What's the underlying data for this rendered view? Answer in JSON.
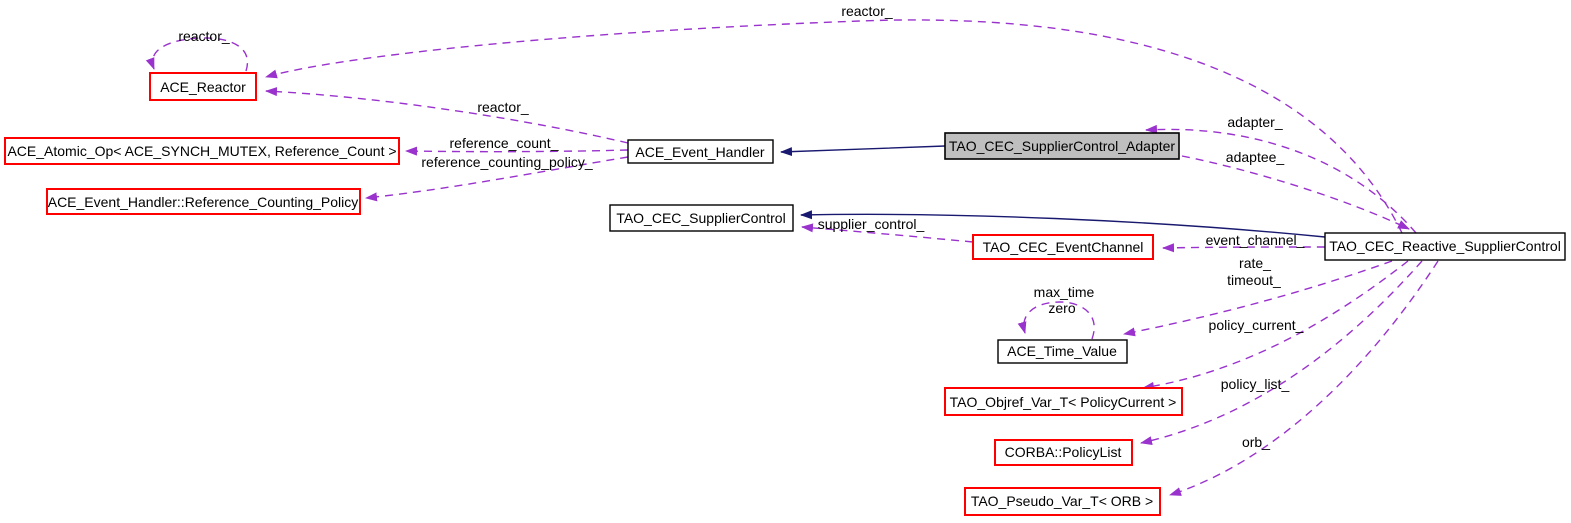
{
  "diagram": {
    "kind": "doxygen-collaboration-graph",
    "colors": {
      "background": "#ffffff",
      "member_edge": "#9a32cd",
      "inheritance_edge": "#191970",
      "node_border_external": "#ff0000",
      "node_border_normal": "#000000",
      "current_node_fill": "#bfbfbf",
      "text": "#000000"
    },
    "nodes": {
      "ace_reactor": {
        "label": "ACE_Reactor"
      },
      "ace_atomic_op": {
        "label": "ACE_Atomic_Op< ACE_SYNCH_MUTEX, Reference_Count >"
      },
      "ref_counting_policy": {
        "label": "ACE_Event_Handler::Reference_Counting_Policy"
      },
      "ace_event_handler": {
        "label": "ACE_Event_Handler"
      },
      "supplier_control_adapter": {
        "label": "TAO_CEC_SupplierControl_Adapter"
      },
      "supplier_control": {
        "label": "TAO_CEC_SupplierControl"
      },
      "event_channel": {
        "label": "TAO_CEC_EventChannel"
      },
      "ace_time_value": {
        "label": "ACE_Time_Value"
      },
      "objref_var": {
        "label": "TAO_Objref_Var_T< PolicyCurrent >"
      },
      "policy_list": {
        "label": "CORBA::PolicyList"
      },
      "pseudo_var": {
        "label": "TAO_Pseudo_Var_T< ORB >"
      },
      "reactive_supplier_control": {
        "label": "TAO_CEC_Reactive_SupplierControl"
      }
    },
    "edge_labels": {
      "reactor_loop": "reactor_",
      "reactor_top": "reactor_",
      "reactor_handler": "reactor_",
      "reference_count": "reference_count_",
      "reference_counting_policy": "reference_counting_policy_",
      "adapter": "adapter_",
      "adaptee": "adaptee_",
      "supplier_control": "supplier_control_",
      "event_channel": "event_channel_",
      "rate": "rate_",
      "timeout": "timeout_",
      "max_time": "max_time",
      "zero": "zero",
      "policy_current": "policy_current_",
      "policy_list": "policy_list_",
      "orb": "orb_"
    }
  }
}
